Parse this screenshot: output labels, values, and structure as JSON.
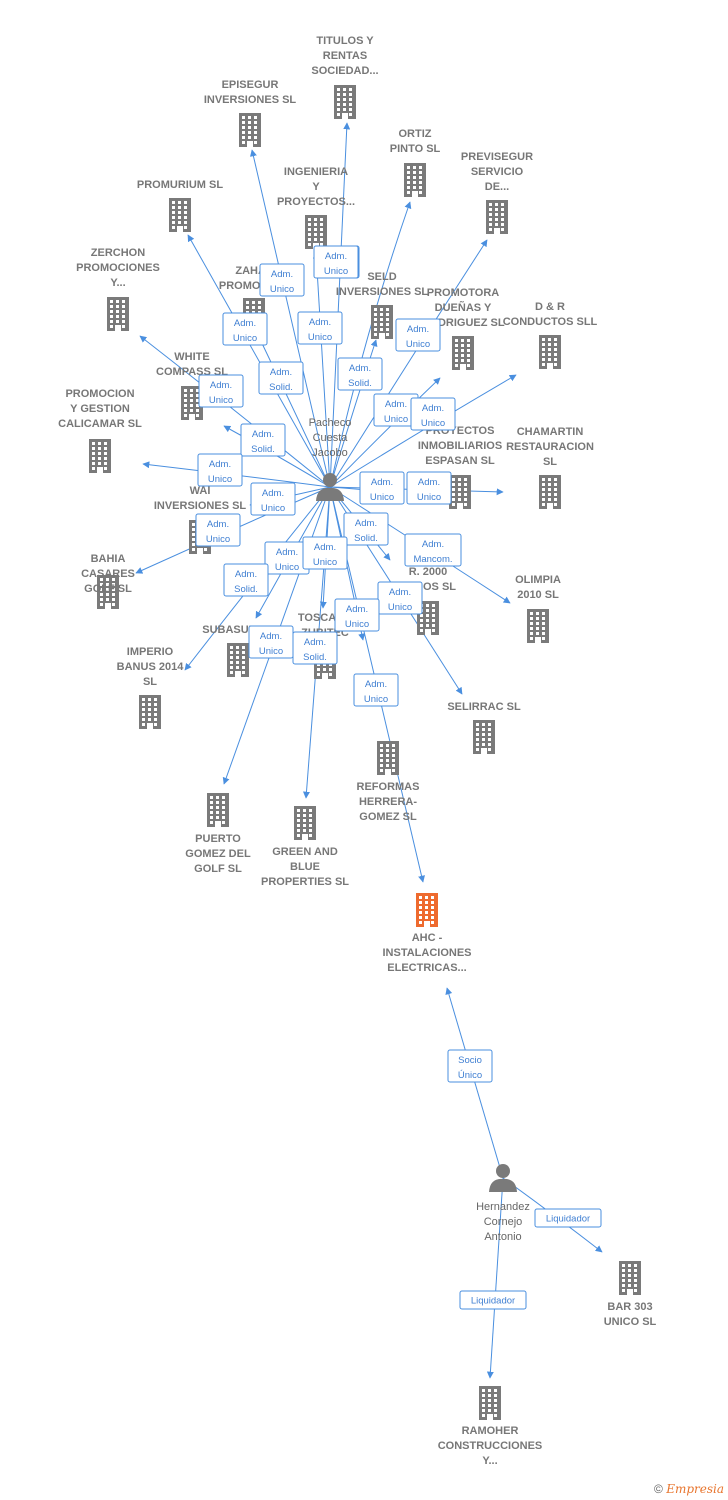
{
  "colors": {
    "edge": "#4a8fdf",
    "building": "#7a7a7a",
    "highlight": "#ee6a2e",
    "person": "#7a7a7a"
  },
  "nodes": [
    {
      "id": "pacheco",
      "type": "person",
      "label": [
        "Pacheco",
        "Cuesta",
        "Jacobo"
      ]
    },
    {
      "id": "hernandez",
      "type": "person",
      "label": [
        "Hernandez",
        "Cornejo",
        "Antonio"
      ]
    },
    {
      "id": "ahc",
      "type": "company",
      "highlight": true,
      "label": [
        "AHC -",
        "INSTALACIONES",
        "ELECTRICAS..."
      ]
    },
    {
      "id": "titulos",
      "type": "company",
      "label": [
        "TITULOS Y",
        "RENTAS",
        "SOCIEDAD..."
      ]
    },
    {
      "id": "episegur",
      "type": "company",
      "label": [
        "EPISEGUR",
        "INVERSIONES SL"
      ]
    },
    {
      "id": "ortiz",
      "type": "company",
      "label": [
        "ORTIZ",
        "PINTO SL"
      ]
    },
    {
      "id": "previsegur",
      "type": "company",
      "label": [
        "PREVISEGUR",
        "SERVICIO",
        "DE..."
      ]
    },
    {
      "id": "promurium",
      "type": "company",
      "label": [
        "PROMURIUM SL"
      ]
    },
    {
      "id": "ingenieria",
      "type": "company",
      "label": [
        "INGENIERIA",
        "Y",
        "PROYECTOS..."
      ]
    },
    {
      "id": "zerchon",
      "type": "company",
      "label": [
        "ZERCHON",
        "PROMOCIONES",
        "Y..."
      ]
    },
    {
      "id": "zahaz",
      "type": "company",
      "label": [
        "ZAHAZ",
        "PROMOCIO..."
      ]
    },
    {
      "id": "seld",
      "type": "company",
      "label": [
        "SELD",
        "INVERSIONES SL"
      ]
    },
    {
      "id": "promotora",
      "type": "company",
      "label": [
        "PROMOTORA",
        "DUEÑAS Y",
        "RODRIGUEZ SL"
      ]
    },
    {
      "id": "dr",
      "type": "company",
      "label": [
        "D & R",
        "CONDUCTOS SLL"
      ]
    },
    {
      "id": "white",
      "type": "company",
      "label": [
        "WHITE",
        "COMPASS SL"
      ]
    },
    {
      "id": "promocion",
      "type": "company",
      "label": [
        "PROMOCION",
        "Y GESTION",
        "CALICAMAR SL"
      ]
    },
    {
      "id": "proyectos",
      "type": "company",
      "label": [
        "PROYECTOS",
        "INMOBILIARIOS",
        "ESPASAN SL"
      ]
    },
    {
      "id": "chamartin",
      "type": "company",
      "label": [
        "CHAMARTIN",
        "RESTAURACION",
        "SL"
      ]
    },
    {
      "id": "wai",
      "type": "company",
      "label": [
        "WAI",
        "INVERSIONES SL"
      ]
    },
    {
      "id": "bahia",
      "type": "company",
      "label": [
        "BAHIA",
        "CASARES",
        "GOLF SL"
      ]
    },
    {
      "id": "r2000",
      "type": "company",
      "label": [
        "R. 2000",
        "TODOS SL"
      ]
    },
    {
      "id": "olimpia",
      "type": "company",
      "label": [
        "OLIMPIA",
        "2010 SL"
      ]
    },
    {
      "id": "subasur",
      "type": "company",
      "label": [
        "SUBASUR SL"
      ]
    },
    {
      "id": "toscana",
      "type": "company",
      "label": [
        "TOSCANA",
        "ZUBITEC"
      ]
    },
    {
      "id": "imperio",
      "type": "company",
      "label": [
        "IMPERIO",
        "BANUS 2014",
        "SL"
      ]
    },
    {
      "id": "selirrac",
      "type": "company",
      "label": [
        "SELIRRAC SL"
      ]
    },
    {
      "id": "reformas",
      "type": "company",
      "label": [
        "REFORMAS",
        "HERRERA-",
        "GOMEZ SL"
      ]
    },
    {
      "id": "puerto",
      "type": "company",
      "label": [
        "PUERTO",
        "GOMEZ DEL",
        "GOLF SL"
      ]
    },
    {
      "id": "green",
      "type": "company",
      "label": [
        "GREEN AND",
        "BLUE",
        "PROPERTIES SL"
      ]
    },
    {
      "id": "bar303",
      "type": "company",
      "label": [
        "BAR 303",
        "UNICO  SL"
      ]
    },
    {
      "id": "ramoher",
      "type": "company",
      "label": [
        "RAMOHER",
        "CONSTRUCCIONES",
        "Y..."
      ]
    }
  ],
  "edges": [
    {
      "from": "pacheco",
      "to": "titulos",
      "label": [
        "Adm.",
        "Unico"
      ]
    },
    {
      "from": "pacheco",
      "to": "episegur",
      "label": [
        "Adm.",
        "Unico"
      ]
    },
    {
      "from": "pacheco",
      "to": "ortiz",
      "label": [
        "Adm.",
        "Unico"
      ]
    },
    {
      "from": "pacheco",
      "to": "previsegur",
      "label": [
        "Adm.",
        "Unico"
      ]
    },
    {
      "from": "pacheco",
      "to": "promurium",
      "label": [
        "Adm.",
        "Unico"
      ]
    },
    {
      "from": "pacheco",
      "to": "ingenieria",
      "label": [
        "Adm.",
        "Unico"
      ]
    },
    {
      "from": "pacheco",
      "to": "zerchon",
      "label": [
        "Adm.",
        "Unico"
      ]
    },
    {
      "from": "pacheco",
      "to": "zahaz",
      "label": [
        "Adm.",
        "Solid."
      ]
    },
    {
      "from": "pacheco",
      "to": "seld",
      "label": [
        "Adm.",
        "Solid."
      ]
    },
    {
      "from": "pacheco",
      "to": "promotora",
      "label": [
        "Adm.",
        "Unico"
      ]
    },
    {
      "from": "pacheco",
      "to": "dr",
      "label": [
        "Adm.",
        "Unico"
      ]
    },
    {
      "from": "pacheco",
      "to": "white",
      "label": [
        "Adm.",
        "Solid."
      ]
    },
    {
      "from": "pacheco",
      "to": "promocion",
      "label": [
        "Adm.",
        "Unico"
      ]
    },
    {
      "from": "pacheco",
      "to": "proyectos",
      "label": [
        "Adm.",
        "Unico"
      ]
    },
    {
      "from": "pacheco",
      "to": "chamartin",
      "label": [
        "Adm.",
        "Unico"
      ]
    },
    {
      "from": "pacheco",
      "to": "wai",
      "label": [
        "Adm.",
        "Unico"
      ]
    },
    {
      "from": "pacheco",
      "to": "bahia",
      "label": [
        "Adm.",
        "Unico"
      ]
    },
    {
      "from": "pacheco",
      "to": "r2000",
      "label": [
        "Adm.",
        "Solid."
      ]
    },
    {
      "from": "pacheco",
      "to": "olimpia",
      "label": [
        "Adm.",
        "Mancom."
      ]
    },
    {
      "from": "pacheco",
      "to": "subasur",
      "label": [
        "Adm.",
        "Unico"
      ]
    },
    {
      "from": "pacheco",
      "to": "imperio",
      "label": [
        "Adm.",
        "Solid."
      ]
    },
    {
      "from": "pacheco",
      "to": "toscana",
      "label": [
        "Adm.",
        "Unico"
      ]
    },
    {
      "from": "pacheco",
      "to": "selirrac",
      "label": [
        "Adm.",
        "Unico"
      ]
    },
    {
      "from": "pacheco",
      "to": "reformas",
      "label": [
        "Adm.",
        "Unico"
      ]
    },
    {
      "from": "pacheco",
      "to": "puerto",
      "label": [
        "Adm.",
        "Unico"
      ]
    },
    {
      "from": "pacheco",
      "to": "green",
      "label": [
        "Adm.",
        "Solid."
      ]
    },
    {
      "from": "pacheco",
      "to": "ahc",
      "label": [
        "Adm.",
        "Unico"
      ]
    },
    {
      "from": "hernandez",
      "to": "ahc",
      "label": [
        "Socio",
        "Único"
      ]
    },
    {
      "from": "hernandez",
      "to": "bar303",
      "label": [
        "Liquidador"
      ]
    },
    {
      "from": "hernandez",
      "to": "ramoher",
      "label": [
        "Liquidador"
      ]
    }
  ],
  "footer": {
    "copyright": "©",
    "brand": "Empresia"
  }
}
